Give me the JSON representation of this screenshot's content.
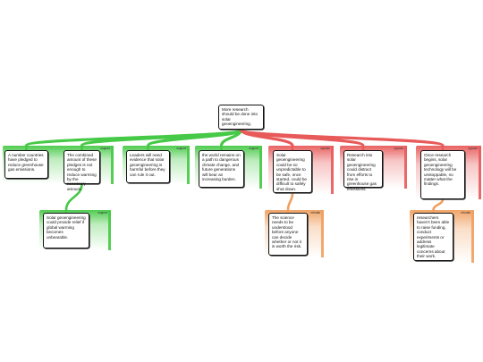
{
  "root": {
    "text": "More research should be done into solar geoengineering."
  },
  "nodes": [
    {
      "id": "n1",
      "text": "A number countries have pledged to reduce greenhouse gas emissions.",
      "tag": "support",
      "color": "#46c946"
    },
    {
      "id": "n2",
      "text": "The combined amount of these pledges is not enough to reduce warming by the necessary amount.",
      "tag": "support",
      "color": "#46c946"
    },
    {
      "id": "n3",
      "text": "Leaders will need evidence that solar geoengineering is harmful before they can rule it out.",
      "tag": "support",
      "color": "#46c946"
    },
    {
      "id": "n4",
      "text": "the world remains on a path to dangerous climate change, and future generations will bear an increasing burden.",
      "tag": "support",
      "color": "#46c946"
    },
    {
      "id": "n5",
      "text": "Solar geoengineering could be so unpredictable to be safe, once started, could be difficult to safely shut down.",
      "tag": "oppose",
      "color": "#e85a5a"
    },
    {
      "id": "n6",
      "text": "Research into solar geoengineering could distract from efforts to rise in greenhouse gas emissions.",
      "tag": "oppose",
      "color": "#e85a5a"
    },
    {
      "id": "n7",
      "text": "Once research begins, solar geoengineering technology will be unstoppable, no matter what the findings.",
      "tag": "oppose",
      "color": "#e85a5a"
    },
    {
      "id": "n8",
      "text": "Solar geoengineering could provide relief if global warming becomes unbearable.",
      "tag": "support",
      "color": "#46c946"
    },
    {
      "id": "n9",
      "text": "The science needs to be understood before anyone can decide whether or not it is worth the risk.",
      "tag": "rebuttal",
      "color": "#f0a060"
    },
    {
      "id": "n10",
      "text": "researchers haven't been able to raise funding, conduct experiments or address legitimate concerns about their work.",
      "tag": "rebuttal",
      "color": "#f0a060"
    }
  ]
}
